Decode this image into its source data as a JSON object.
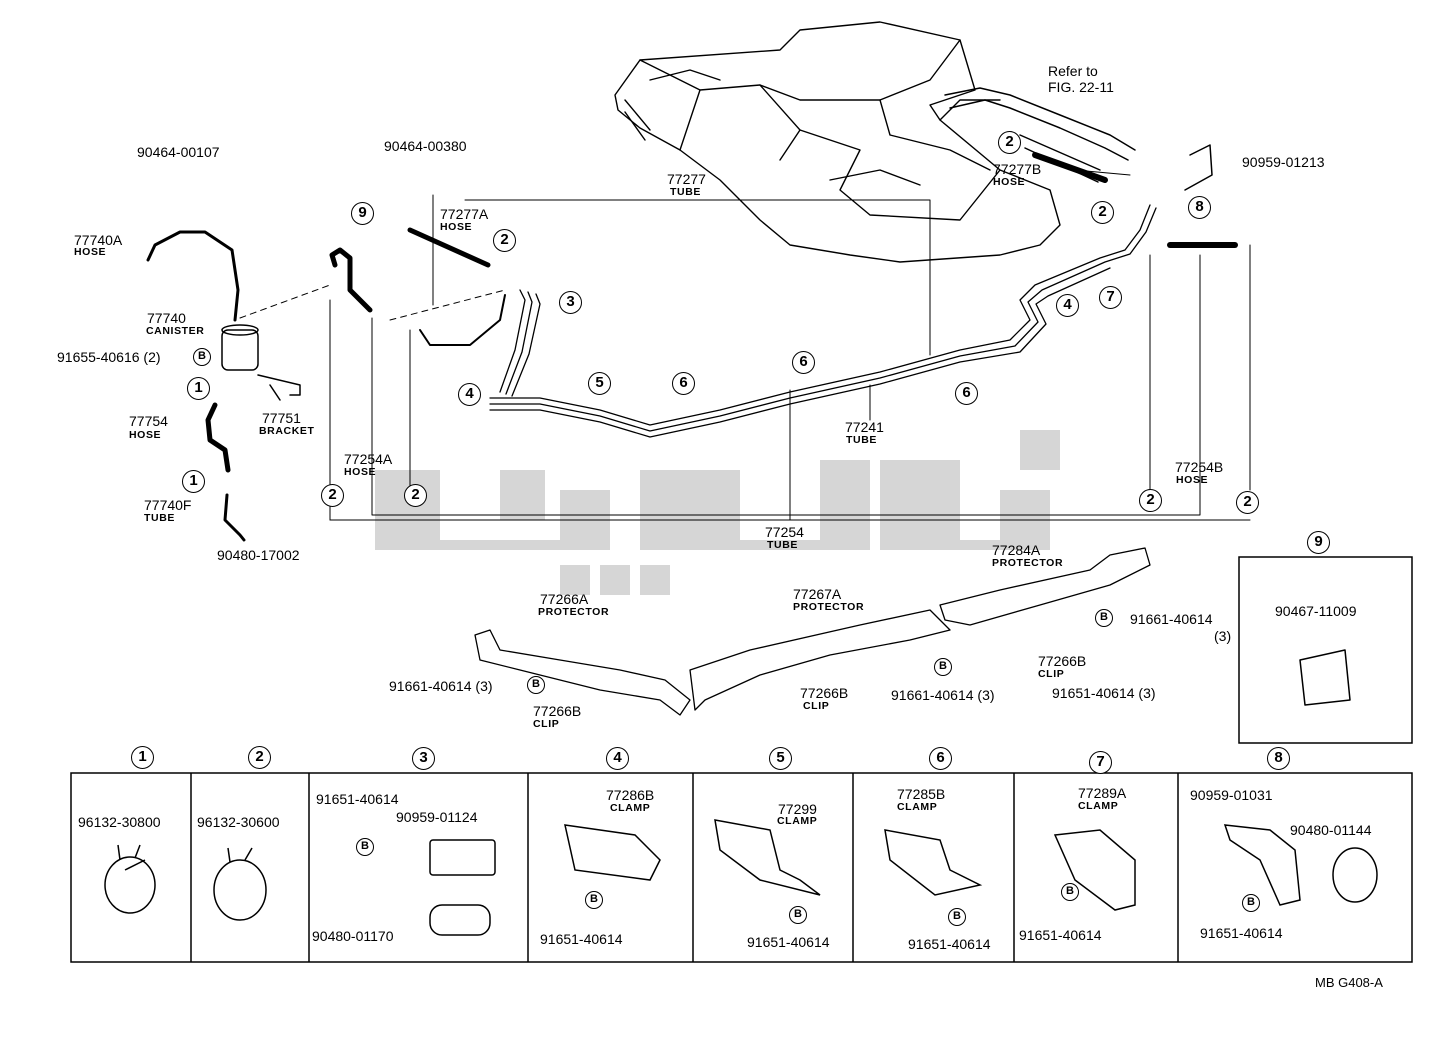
{
  "refer_note": {
    "line1": "Refer to",
    "line2": "FIG. 22-11"
  },
  "figure_code": "MB G408-A",
  "watermark_text": "يوپارت",
  "parts": {
    "p90464_00107": "90464-00107",
    "p77740A": "77740A",
    "p77740A_sub": "HOSE",
    "p77740": "77740",
    "p77740_sub": "CANISTER",
    "p91655": "91655-40616 (2)",
    "p77754": "77754",
    "p77754_sub": "HOSE",
    "p77751": "77751",
    "p77751_sub": "BRACKET",
    "p77740F": "77740F",
    "p77740F_sub": "TUBE",
    "p90480_17002": "90480-17002",
    "p90464_00380": "90464-00380",
    "p77277A": "77277A",
    "p77277A_sub": "HOSE",
    "p77277": "77277",
    "p77277_sub": "TUBE",
    "p77277B": "77277B",
    "p77277B_sub": "HOSE",
    "p90959_01213": "90959-01213",
    "p77254A": "77254A",
    "p77254A_sub": "HOSE",
    "p77241": "77241",
    "p77241_sub": "TUBE",
    "p77254B": "77254B",
    "p77254B_sub": "HOSE",
    "p77254": "77254",
    "p77254_sub": "TUBE",
    "p77284A": "77284A",
    "p77284A_sub": "PROTECTOR",
    "p77267A": "77267A",
    "p77267A_sub": "PROTECTOR",
    "p77266A": "77266A",
    "p77266A_sub": "PROTECTOR",
    "p91661_r": "91661-40614",
    "p91661_r_qty": "(3)",
    "p77266B_r": "77266B",
    "p77266B_r_sub": "CLIP",
    "p91661_m": "91661-40614 (3)",
    "p91651_m": "91651-40614 (3)",
    "p91661_l": "91661-40614 (3)",
    "p77266B_m": "77266B",
    "p77266B_m_sub": "CLIP",
    "p77266B_l": "77266B",
    "p77266B_l_sub": "CLIP",
    "p90467_11009": "90467-11009"
  },
  "callouts": {
    "c9": "9",
    "c2": "2",
    "c3": "3",
    "c4": "4",
    "c5": "5",
    "c6": "6",
    "c7": "7",
    "c8": "8",
    "c1": "1",
    "b": "B"
  },
  "boxes": [
    {
      "num": "1",
      "part": "96132-30800"
    },
    {
      "num": "2",
      "part": "96132-30600"
    },
    {
      "num": "3",
      "a": "91651-40614",
      "b": "90959-01124",
      "c": "90480-01170"
    },
    {
      "num": "4",
      "a": "77286B",
      "a_sub": "CLAMP",
      "b": "91651-40614"
    },
    {
      "num": "5",
      "a": "77299",
      "a_sub": "CLAMP",
      "b": "91651-40614"
    },
    {
      "num": "6",
      "a": "77285B",
      "a_sub": "CLAMP",
      "b": "91651-40614"
    },
    {
      "num": "7",
      "a": "77289A",
      "a_sub": "CLAMP",
      "b": "91651-40614"
    },
    {
      "num": "8",
      "a": "90959-01031",
      "b": "90480-01144",
      "c": "91651-40614"
    }
  ],
  "box9": {
    "num": "9"
  }
}
